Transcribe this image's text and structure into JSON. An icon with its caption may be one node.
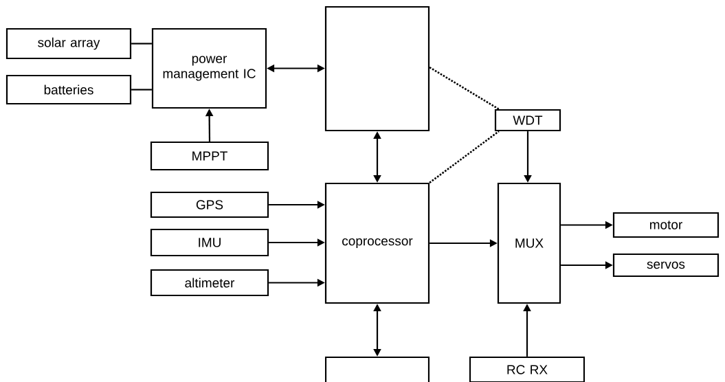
{
  "diagram": {
    "nodes": [
      {
        "text": [
          "solar array"
        ]
      },
      {
        "text": [
          "batteries"
        ]
      },
      {
        "text": [
          "power management IC"
        ]
      },
      {
        "text": [],
        "shape": "box"
      },
      {
        "text": [
          "WDT"
        ]
      },
      {
        "text": [
          "MPPT"
        ]
      },
      {
        "text": [
          "GPS"
        ]
      },
      {
        "text": [
          "IMU"
        ]
      },
      {
        "text": [
          "altimeter"
        ]
      },
      {
        "text": [
          "coprocessor"
        ]
      },
      {
        "text": [
          "MUX"
        ]
      },
      {
        "text": [
          "motor"
        ]
      },
      {
        "text": [
          "servos"
        ]
      },
      {
        "text": [],
        "shape": "box"
      },
      {
        "text": [
          "RC RX"
        ]
      }
    ],
    "edges": [
      {
        "from": 0,
        "to": 2,
        "arrow": "none"
      },
      {
        "from": 1,
        "to": 2,
        "arrow": "none"
      },
      {
        "from": 2,
        "to": 3,
        "arrow": "both"
      },
      {
        "from": 5,
        "to": 2,
        "arrow": "to"
      },
      {
        "from": 3,
        "to": 9,
        "arrow": "both"
      },
      {
        "from": 3,
        "to": 4,
        "arrow": "none",
        "style": "dashed"
      },
      {
        "from": 9,
        "to": 4,
        "arrow": "none",
        "style": "dashed"
      },
      {
        "from": 4,
        "to": 10,
        "arrow": "to"
      },
      {
        "from": 6,
        "to": 9,
        "arrow": "to"
      },
      {
        "from": 7,
        "to": 9,
        "arrow": "to"
      },
      {
        "from": 8,
        "to": 9,
        "arrow": "to"
      },
      {
        "from": 9,
        "to": 10,
        "arrow": "to"
      },
      {
        "from": 10,
        "to": 11,
        "arrow": "to"
      },
      {
        "from": 10,
        "to": 12,
        "arrow": "to"
      },
      {
        "from": 9,
        "to": 13,
        "arrow": "both"
      },
      {
        "from": 14,
        "to": 10,
        "arrow": "to"
      }
    ]
  }
}
